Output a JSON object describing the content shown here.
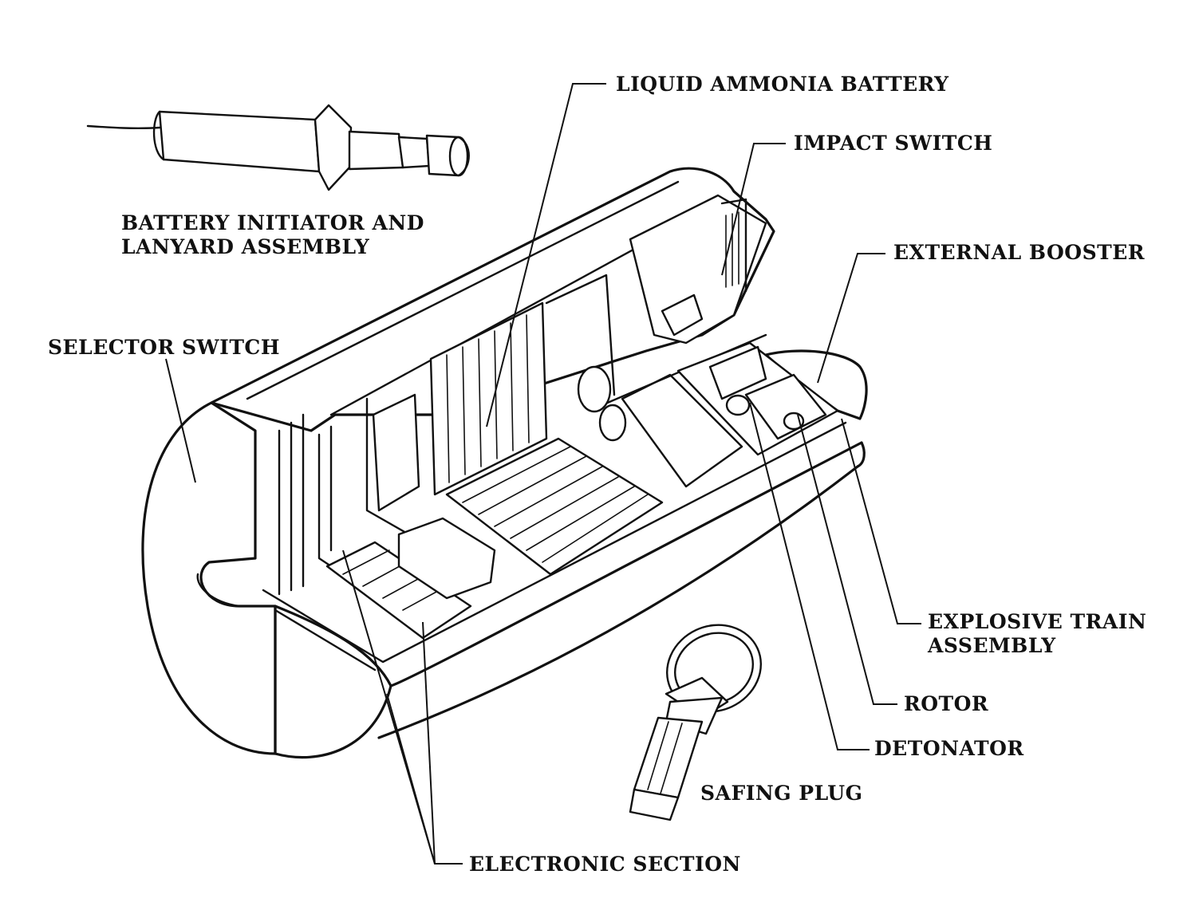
{
  "labels": {
    "liquid_ammonia_battery": "LIQUID AMMONIA BATTERY",
    "impact_switch": "IMPACT SWITCH",
    "battery_initiator_line1": "BATTERY INITIATOR AND",
    "battery_initiator_line2": "LANYARD ASSEMBLY",
    "external_booster": "EXTERNAL BOOSTER",
    "selector_switch": "SELECTOR SWITCH",
    "explosive_train_line1": "EXPLOSIVE TRAIN",
    "explosive_train_line2": "ASSEMBLY",
    "rotor": "ROTOR",
    "detonator": "DETONATOR",
    "safing_plug": "SAFING PLUG",
    "electronic_section": "ELECTRONIC SECTION"
  },
  "colors": {
    "ink": "#111111",
    "background": "#ffffff",
    "stipple": "#555555"
  }
}
